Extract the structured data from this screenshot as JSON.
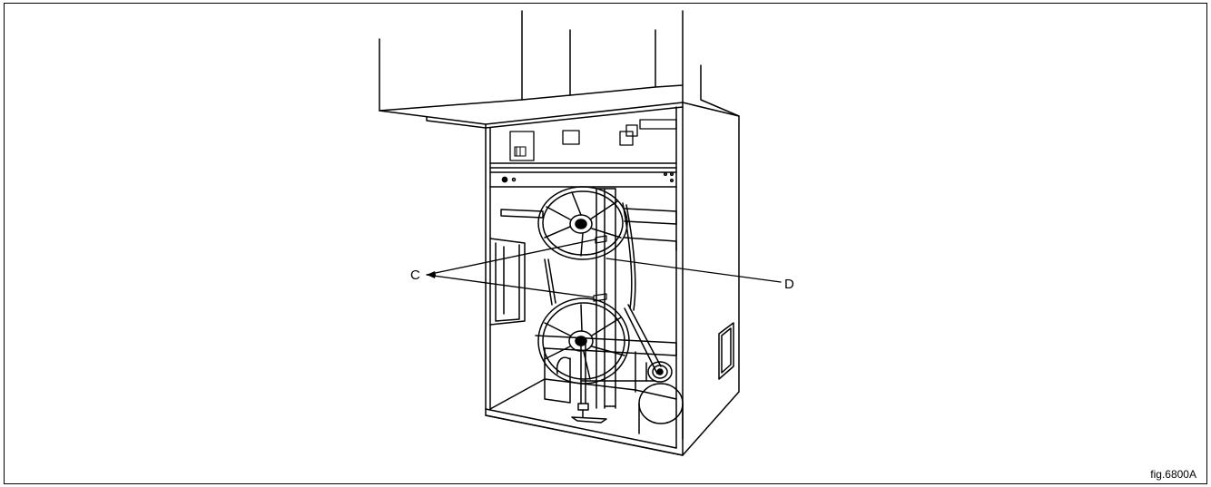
{
  "diagram": {
    "labels": {
      "c": "C",
      "d": "D"
    },
    "figure_ref": "fig.6800A",
    "line_color": "#000000",
    "background": "#ffffff"
  }
}
